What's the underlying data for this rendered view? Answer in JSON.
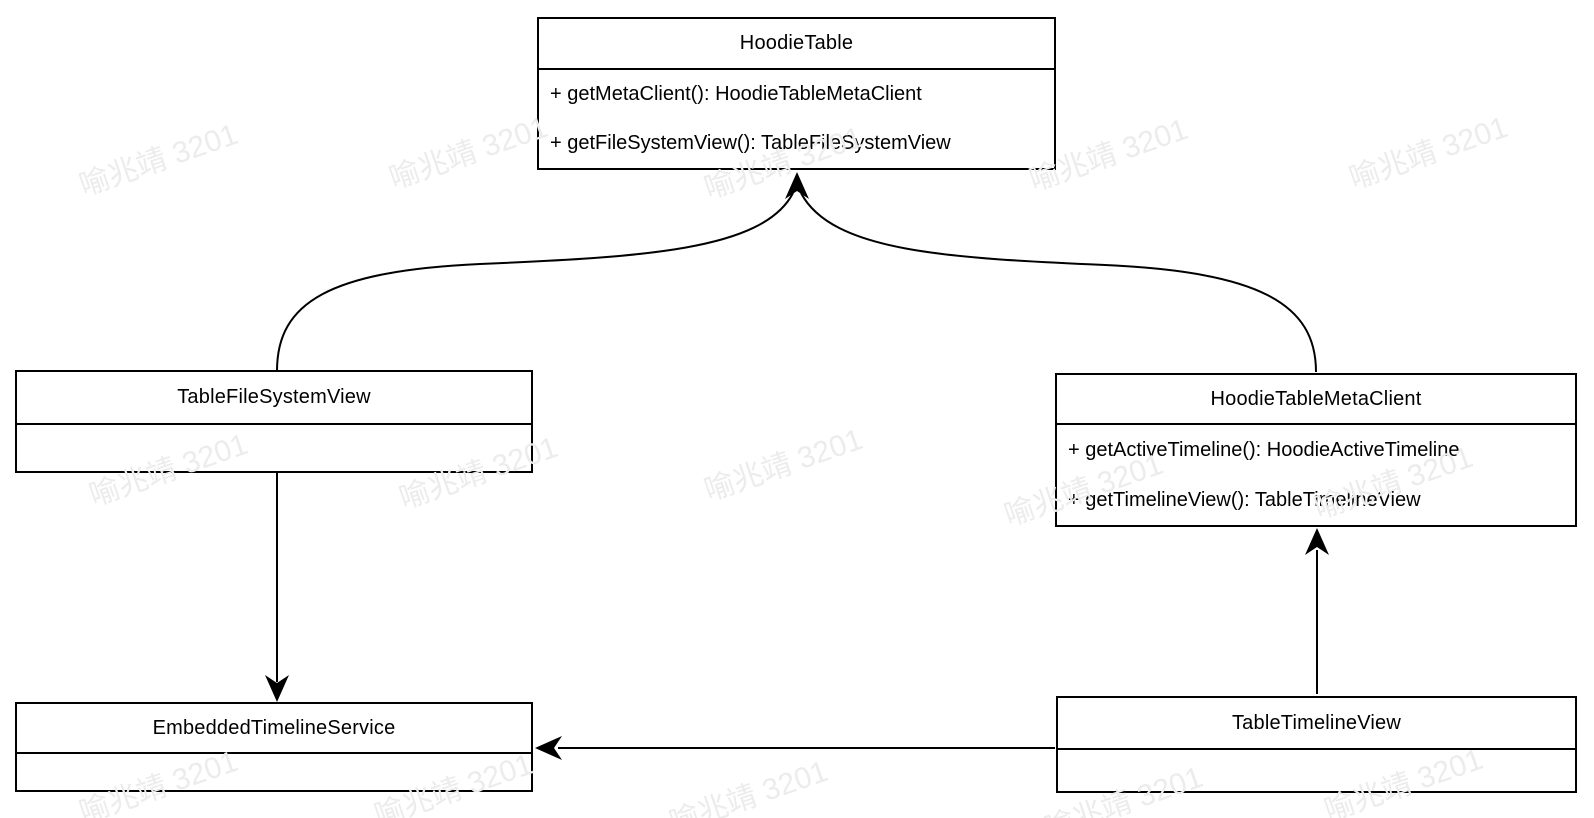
{
  "watermark": {
    "text": "喻兆靖 3201",
    "color": "#ececec"
  },
  "classes": [
    {
      "name": "HoodieTable",
      "members": [
        "+ getMetaClient(): HoodieTableMetaClient",
        "+ getFileSystemView(): TableFileSystemView"
      ]
    },
    {
      "name": "TableFileSystemView",
      "members": []
    },
    {
      "name": "HoodieTableMetaClient",
      "members": [
        "+ getActiveTimeline(): HoodieActiveTimeline",
        "+ getTimelineView(): TableTimelineView"
      ]
    },
    {
      "name": "EmbeddedTimelineService",
      "members": []
    },
    {
      "name": "TableTimelineView",
      "members": []
    }
  ],
  "edges": [
    {
      "from": "TableFileSystemView",
      "to": "HoodieTable",
      "style": "curved, filled arrowhead at HoodieTable bottom center"
    },
    {
      "from": "HoodieTableMetaClient",
      "to": "HoodieTable",
      "style": "curved, filled arrowhead at HoodieTable bottom center"
    },
    {
      "from": "TableFileSystemView",
      "to": "EmbeddedTimelineService",
      "style": "straight vertical, arrowhead pointing down"
    },
    {
      "from": "TableTimelineView",
      "to": "HoodieTableMetaClient",
      "style": "straight vertical, arrowhead pointing up"
    },
    {
      "from": "TableTimelineView",
      "to": "EmbeddedTimelineService",
      "style": "straight horizontal, arrowhead pointing left"
    }
  ],
  "colors": {
    "line": "#000000",
    "background": "#ffffff",
    "text": "#000000"
  }
}
